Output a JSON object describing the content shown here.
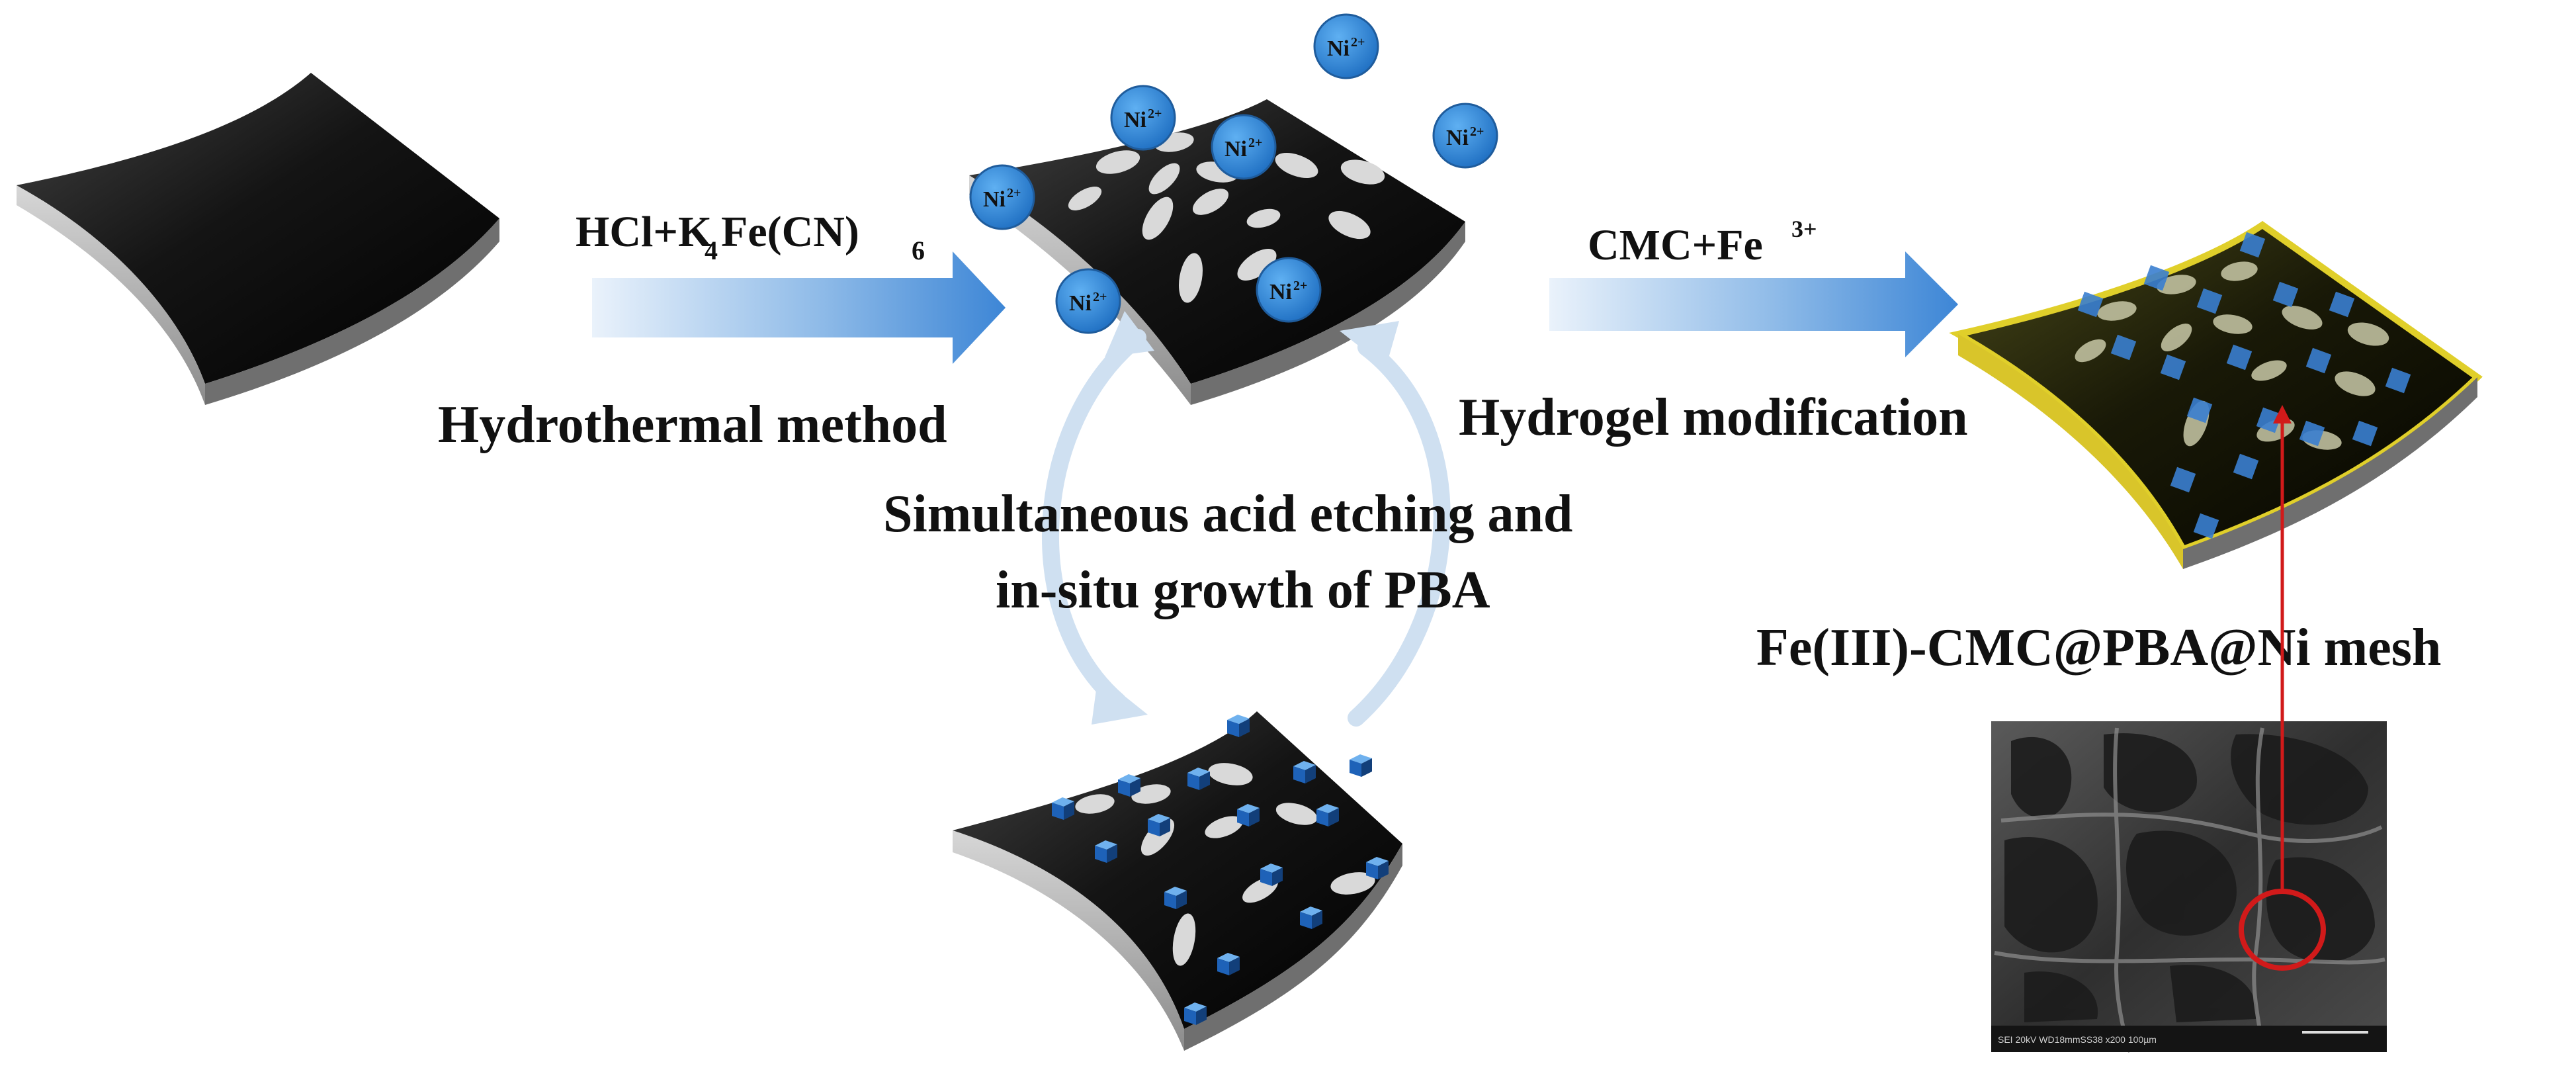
{
  "labels": {
    "reagent1_main": "HCl+K",
    "reagent1_sub1": "4",
    "reagent1_mid": "Fe(CN)",
    "reagent1_sub2": "6",
    "step1": "Hydrothermal method",
    "reagent2_main": "CMC+Fe",
    "reagent2_sup": "3+",
    "step2": "Hydrogel modification",
    "cycle_line1": "Simultaneous acid etching and",
    "cycle_line2": "in-situ growth of PBA",
    "product": "Fe(III)-CMC@PBA@Ni mesh"
  },
  "ion": {
    "symbol": "Ni",
    "charge": "2+"
  },
  "sem": {
    "footer": "SEI  20kV  WD18mmSS38  x200  100µm",
    "scale": "100µm"
  },
  "colors": {
    "sheet_top": "#111111",
    "sheet_edge": "#b5b5b5",
    "hole": "#d9d9d9",
    "ion_fill": "#2f86d6",
    "ion_stroke": "#1f5c9c",
    "cube_top": "#5aa2ea",
    "cube_front": "#1e62b8",
    "cube_side": "#123f7a",
    "arrow": "#4a90d9",
    "cycle_arrow": "#c9dcef",
    "yellow_edge": "#e0cf2a",
    "marker": "#d11a1a"
  },
  "icons": [
    "ni-mesh-sheet-icon",
    "ni2-ion-icon",
    "pba-cube-icon",
    "process-arrow-icon",
    "cycle-arrow-icon",
    "sem-micrograph-icon"
  ]
}
